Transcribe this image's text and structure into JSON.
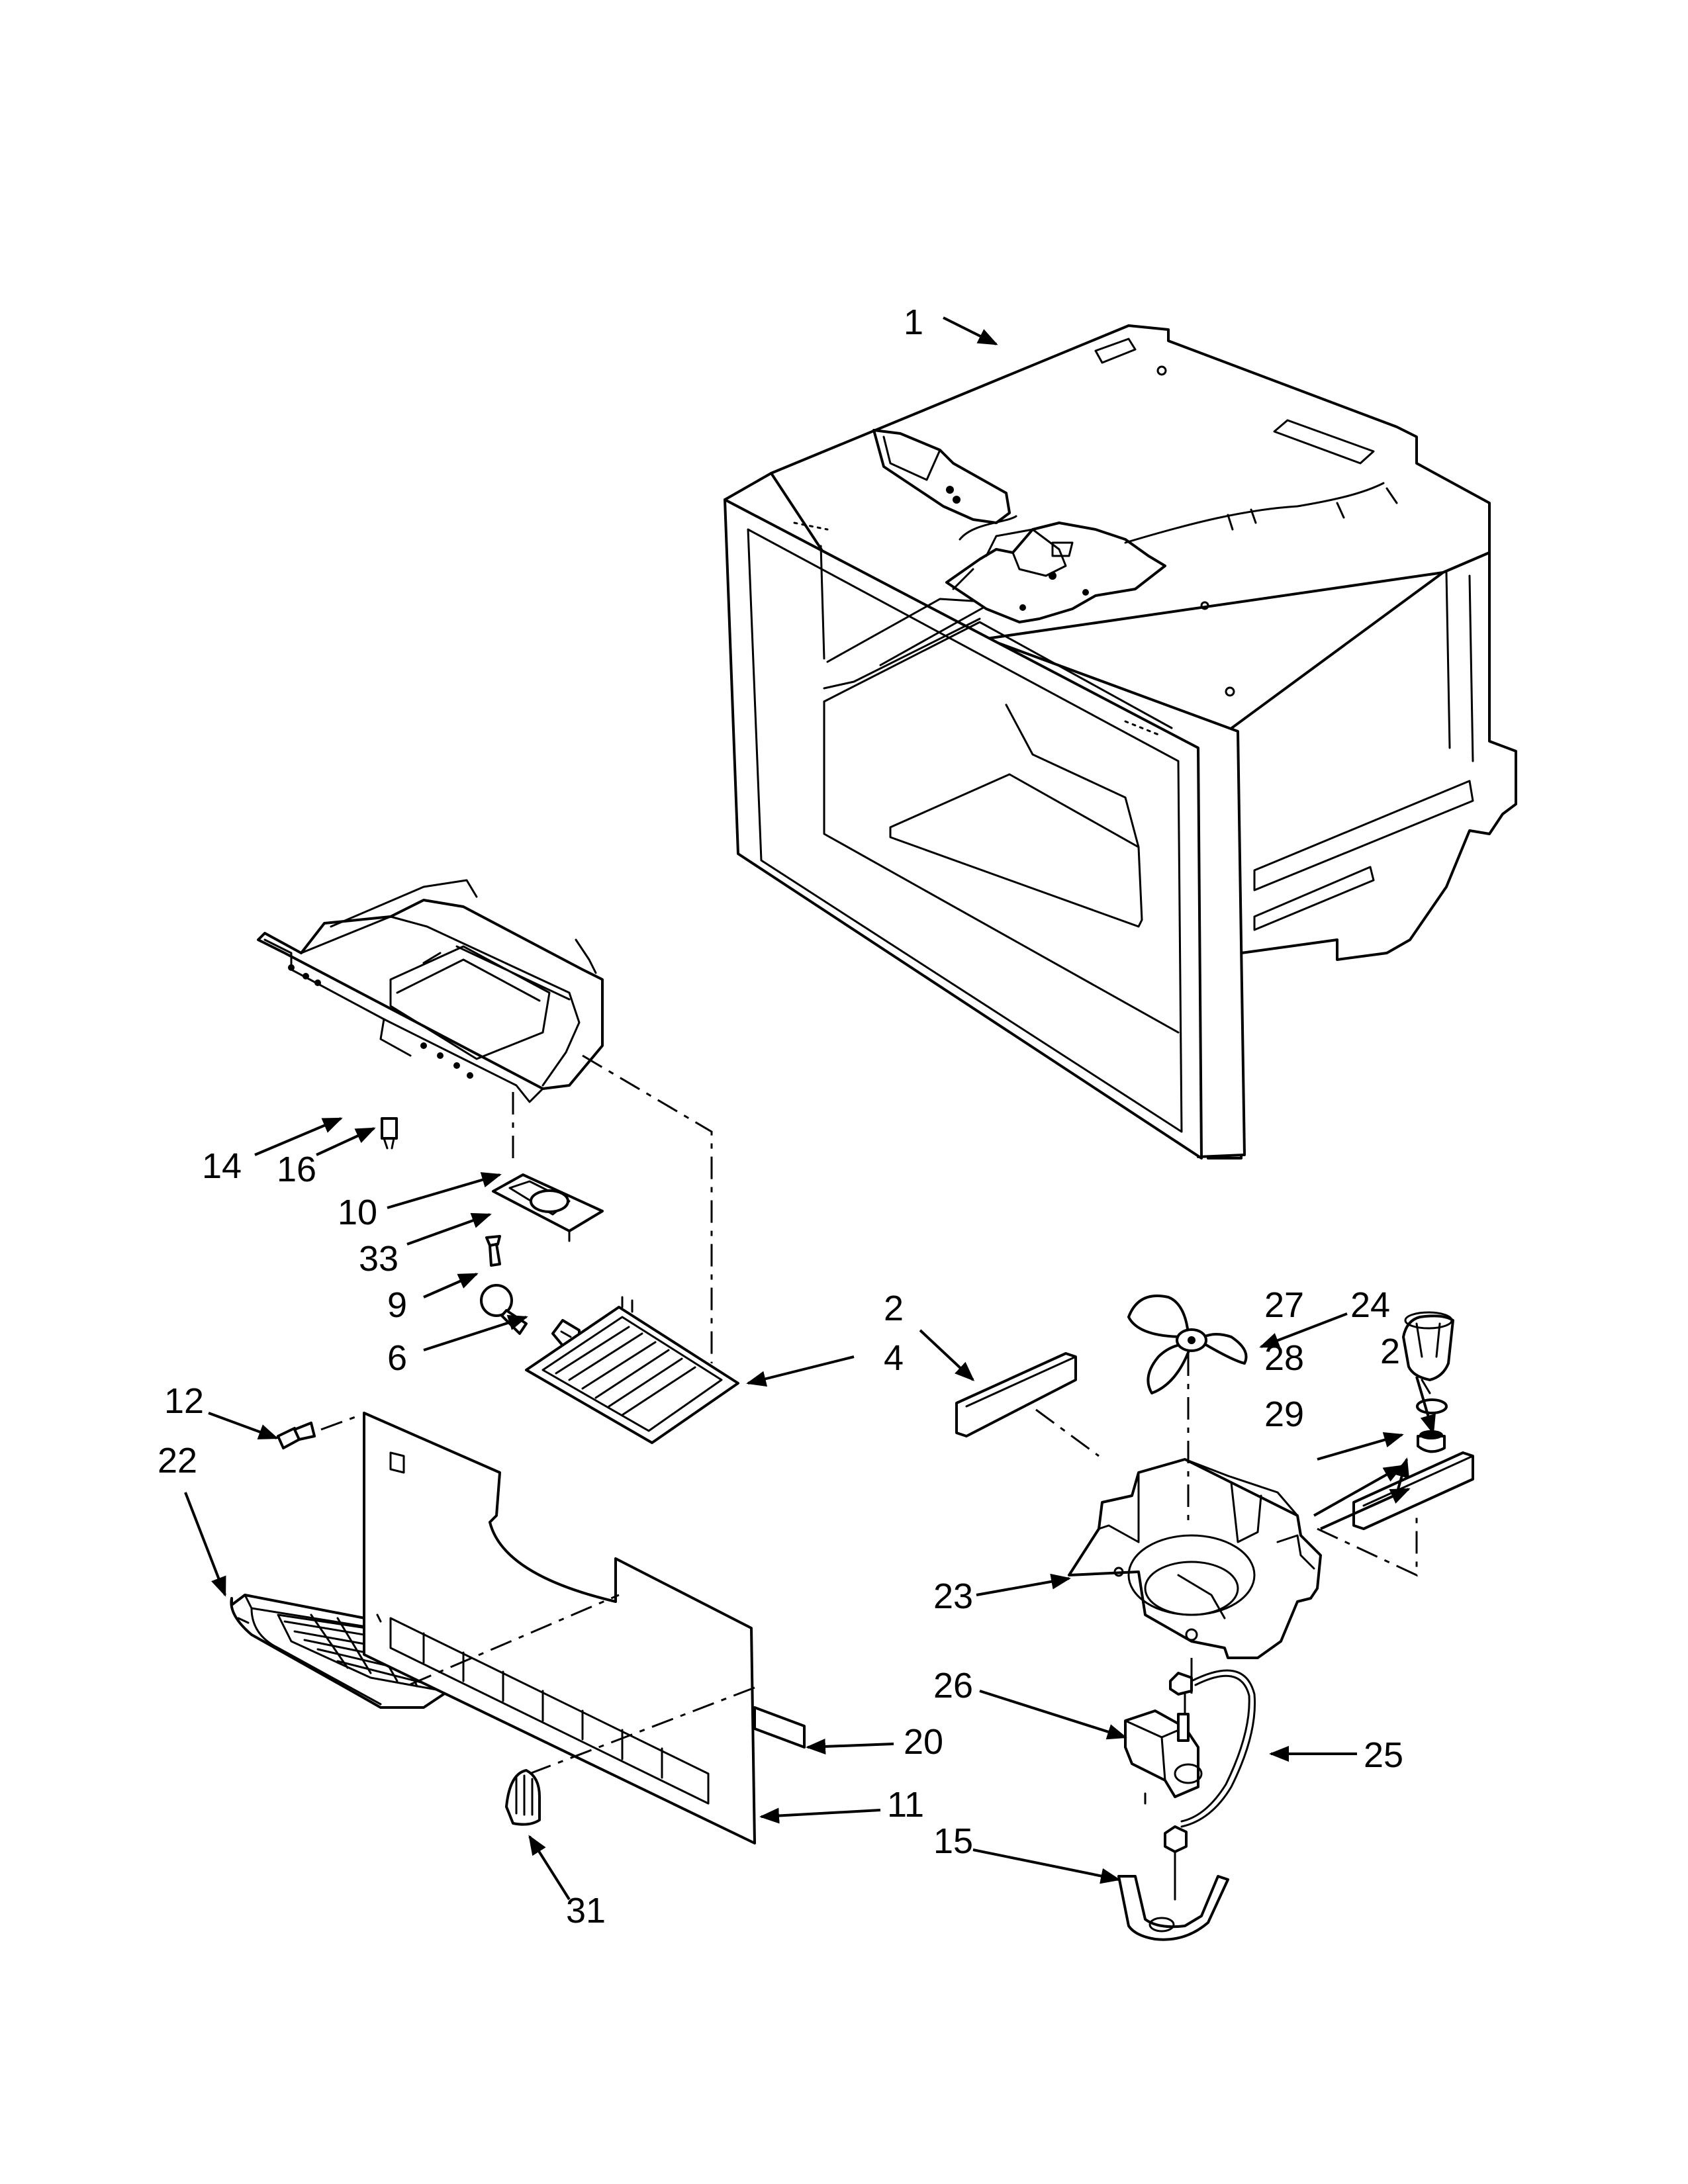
{
  "diagram": {
    "type": "exploded-parts-diagram",
    "arrow_color": "#000000",
    "callouts": [
      {
        "id": "c1",
        "label": "1"
      },
      {
        "id": "c14",
        "label": "14"
      },
      {
        "id": "c16",
        "label": "16"
      },
      {
        "id": "c10",
        "label": "10"
      },
      {
        "id": "c33",
        "label": "33"
      },
      {
        "id": "c9",
        "label": "9"
      },
      {
        "id": "c6",
        "label": "6"
      },
      {
        "id": "c4",
        "label": "4"
      },
      {
        "id": "c2a",
        "label": "2"
      },
      {
        "id": "c24",
        "label": "24"
      },
      {
        "id": "c2b",
        "label": "2"
      },
      {
        "id": "c27",
        "label": "27"
      },
      {
        "id": "c28",
        "label": "28"
      },
      {
        "id": "c29",
        "label": "29"
      },
      {
        "id": "c12",
        "label": "12"
      },
      {
        "id": "c22",
        "label": "22"
      },
      {
        "id": "c23",
        "label": "23"
      },
      {
        "id": "c26",
        "label": "26"
      },
      {
        "id": "c20",
        "label": "20"
      },
      {
        "id": "c25",
        "label": "25"
      },
      {
        "id": "c11",
        "label": "11"
      },
      {
        "id": "c15",
        "label": "15"
      },
      {
        "id": "c31",
        "label": "31"
      }
    ]
  }
}
